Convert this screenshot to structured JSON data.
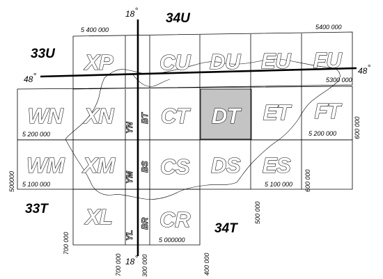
{
  "map": {
    "highlight_color": "#c4c4c4",
    "cells": [
      {
        "id": "XP",
        "highlighted": false
      },
      {
        "id": "CU",
        "highlighted": false
      },
      {
        "id": "DU",
        "highlighted": false
      },
      {
        "id": "EU",
        "highlighted": false
      },
      {
        "id": "FU",
        "highlighted": false
      },
      {
        "id": "WN",
        "highlighted": false
      },
      {
        "id": "XN",
        "highlighted": false
      },
      {
        "id": "CT",
        "highlighted": false
      },
      {
        "id": "DT",
        "highlighted": true
      },
      {
        "id": "ET",
        "highlighted": false
      },
      {
        "id": "FT",
        "highlighted": false
      },
      {
        "id": "WM",
        "highlighted": false
      },
      {
        "id": "XM",
        "highlighted": false
      },
      {
        "id": "CS",
        "highlighted": false
      },
      {
        "id": "DS",
        "highlighted": false
      },
      {
        "id": "ES",
        "highlighted": false
      },
      {
        "id": "XL",
        "highlighted": false
      },
      {
        "id": "CR",
        "highlighted": false
      }
    ],
    "strip_labels": [
      "YN",
      "BT",
      "YM",
      "BS",
      "YL",
      "BR"
    ],
    "zones": [
      "33U",
      "34U",
      "33T",
      "34T"
    ],
    "meridian_label": "18",
    "parallel_label": "48",
    "degree_mark": "°",
    "northings": [
      "5 400 000",
      "5400 000",
      "5300 000",
      "5 200 000",
      "5 200 000",
      "5 100 000",
      "5 100 000",
      "5 000000"
    ],
    "eastings": [
      "500000",
      "600 000",
      "700 000",
      "300 000",
      "600 000",
      "500 000",
      "400 000",
      "700 000"
    ]
  }
}
